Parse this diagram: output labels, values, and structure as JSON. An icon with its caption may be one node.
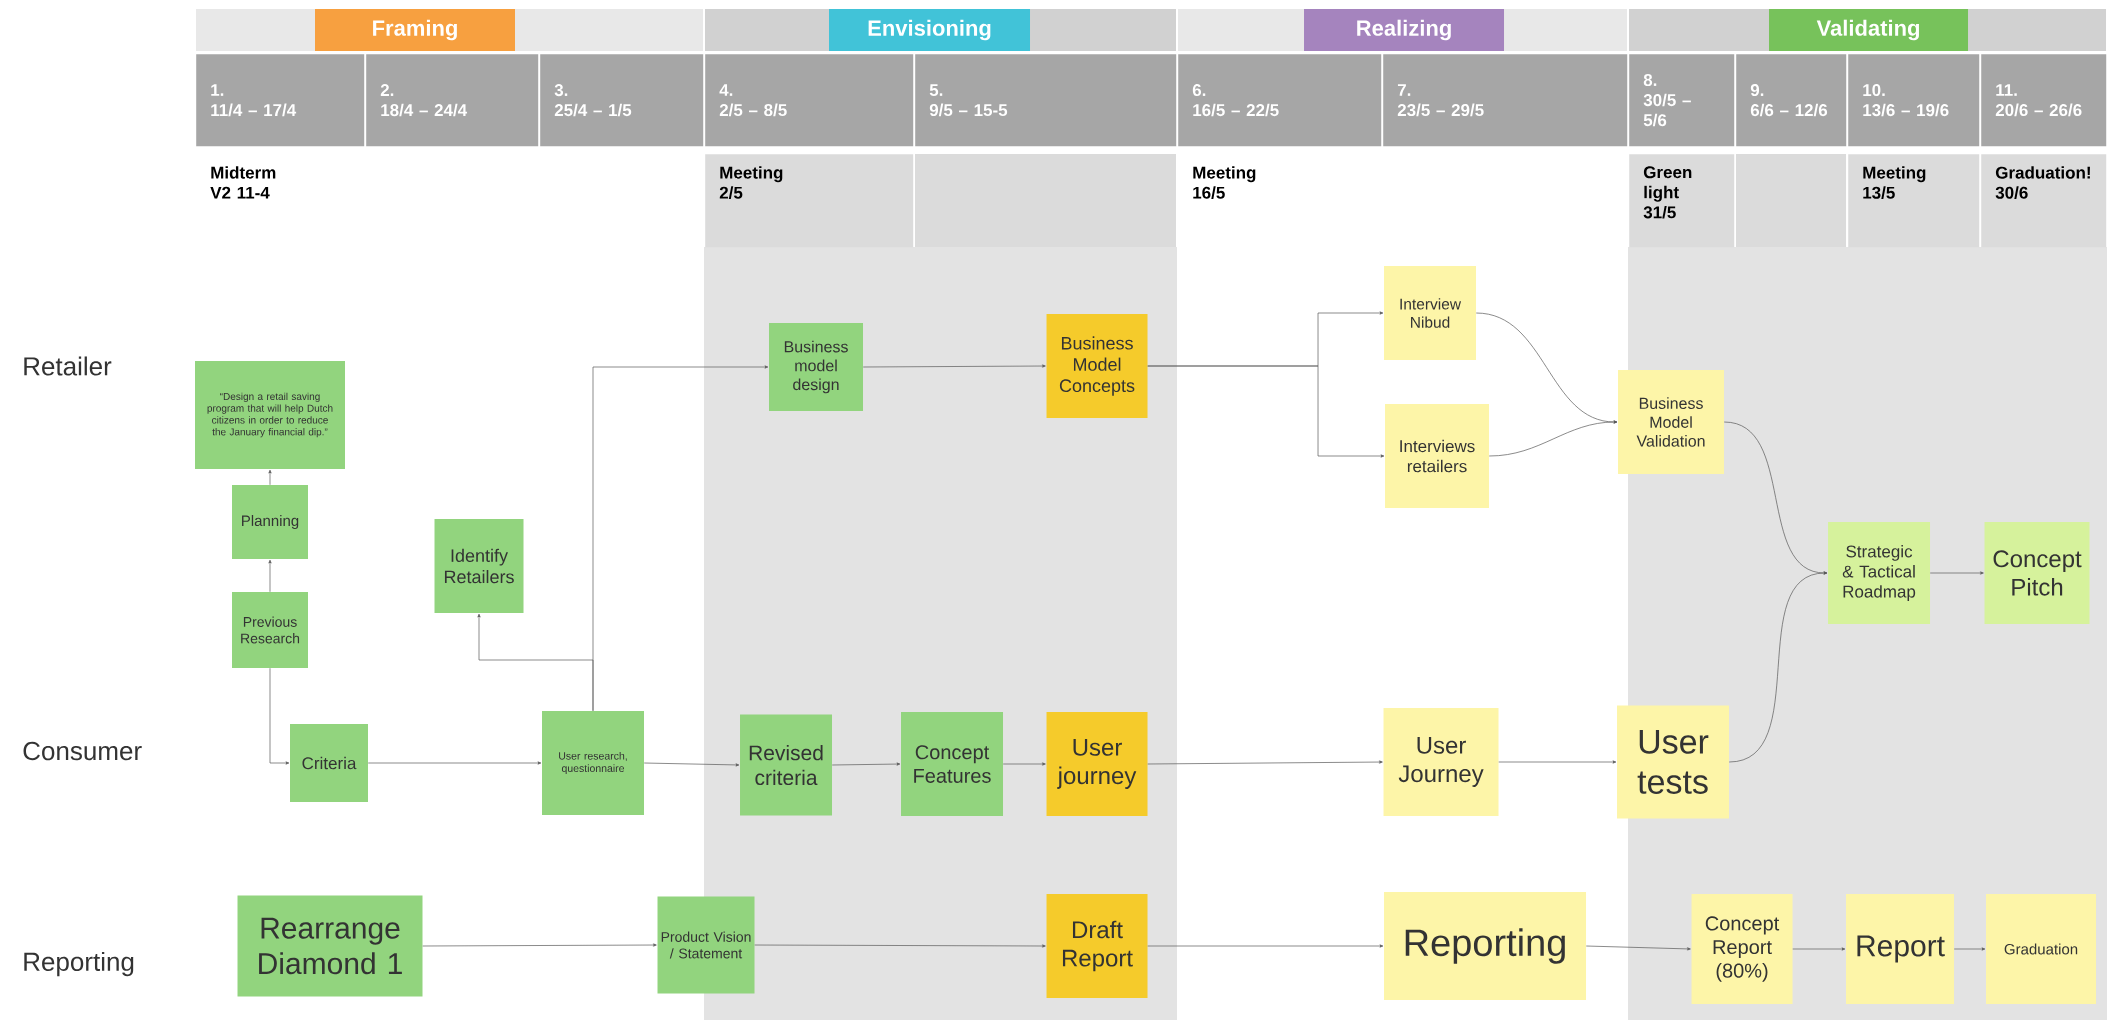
{
  "diagram": {
    "nodes": [
      {
        "text": [
          "Framing"
        ]
      },
      {
        "text": [
          "Envisioning"
        ]
      },
      {
        "text": [
          "Realizing"
        ]
      },
      {
        "text": [
          "Validating"
        ]
      },
      {
        "text": [
          "1.",
          "11/4 – 17/4"
        ]
      },
      {
        "text": [
          "2.",
          "18/4 – 24/4"
        ]
      },
      {
        "text": [
          "3.",
          "25/4 – 1/5"
        ]
      },
      {
        "text": [
          "4.",
          "2/5 – 8/5"
        ]
      },
      {
        "text": [
          "5.",
          "9/5 – 15-5"
        ]
      },
      {
        "text": [
          "6.",
          "16/5 – 22/5"
        ]
      },
      {
        "text": [
          "7.",
          "23/5 – 29/5"
        ]
      },
      {
        "text": [
          "8.",
          "30/5 – 5/6"
        ]
      },
      {
        "text": [
          "9.",
          "6/6 – 12/6"
        ]
      },
      {
        "text": [
          "10.",
          "13/6 – 19/6"
        ]
      },
      {
        "text": [
          "11.",
          "20/6 – 26/6"
        ]
      },
      {
        "text": [
          "“Design a retail saving program that will help Dutch citizens in order to reduce the January financial dip.”"
        ]
      },
      {
        "text": [
          "Planning"
        ]
      },
      {
        "text": [
          "Previous Research"
        ]
      },
      {
        "text": [
          "Identify Retailers"
        ]
      },
      {
        "text": [
          "Criteria"
        ]
      },
      {
        "text": [
          "User research, questionnaire"
        ]
      },
      {
        "text": [
          "Business model design"
        ]
      },
      {
        "text": [
          "Business Model Concepts"
        ]
      },
      {
        "text": [
          "Revised criteria"
        ]
      },
      {
        "text": [
          "Concept Features"
        ]
      },
      {
        "text": [
          "User journey"
        ]
      },
      {
        "text": [
          "Interview Nibud"
        ]
      },
      {
        "text": [
          "Interviews retailers"
        ]
      },
      {
        "text": [
          "Business Model Validation"
        ]
      },
      {
        "text": [
          "User Journey"
        ]
      },
      {
        "text": [
          "User tests"
        ]
      },
      {
        "text": [
          "Strategic & Tactical Roadmap"
        ]
      },
      {
        "text": [
          "Concept Pitch"
        ]
      },
      {
        "text": [
          "Rearrange Diamond 1"
        ]
      },
      {
        "text": [
          "Product Vision / Statement"
        ]
      },
      {
        "text": [
          "Draft Report"
        ]
      },
      {
        "text": [
          "Reporting"
        ]
      },
      {
        "text": [
          "Concept Report (80%)"
        ]
      },
      {
        "text": [
          "Report"
        ]
      },
      {
        "text": [
          "Graduation"
        ]
      }
    ],
    "edges": [
      {
        "from": 17,
        "to": 16,
        "arrow": "to"
      },
      {
        "from": 16,
        "to": 15,
        "arrow": "to"
      },
      {
        "from": 17,
        "to": 19,
        "arrow": "to"
      },
      {
        "from": 19,
        "to": 20,
        "arrow": "to"
      },
      {
        "from": 20,
        "to": 18,
        "arrow": "to"
      },
      {
        "from": 20,
        "to": 21,
        "arrow": "to"
      },
      {
        "from": 20,
        "to": 23,
        "arrow": "to"
      },
      {
        "from": 23,
        "to": 24,
        "arrow": "to"
      },
      {
        "from": 24,
        "to": 25,
        "arrow": "to"
      },
      {
        "from": 21,
        "to": 22,
        "arrow": "to"
      },
      {
        "from": 22,
        "to": 26,
        "arrow": "to"
      },
      {
        "from": 22,
        "to": 27,
        "arrow": "to"
      },
      {
        "from": 26,
        "to": 28,
        "arrow": "to"
      },
      {
        "from": 27,
        "to": 28,
        "arrow": "to"
      },
      {
        "from": 28,
        "to": 31,
        "arrow": "to"
      },
      {
        "from": 30,
        "to": 31,
        "arrow": "to"
      },
      {
        "from": 31,
        "to": 32,
        "arrow": "to"
      },
      {
        "from": 25,
        "to": 29,
        "arrow": "to"
      },
      {
        "from": 29,
        "to": 30,
        "arrow": "to"
      },
      {
        "from": 33,
        "to": 34,
        "arrow": "to"
      },
      {
        "from": 34,
        "to": 35,
        "arrow": "to"
      },
      {
        "from": 35,
        "to": 36,
        "arrow": "to"
      },
      {
        "from": 36,
        "to": 37,
        "arrow": "to"
      },
      {
        "from": 37,
        "to": 38,
        "arrow": "to"
      },
      {
        "from": 38,
        "to": 39,
        "arrow": "to"
      }
    ],
    "labels": [
      "Midterm V2 11-4",
      "Meeting 2/5",
      "Meeting 16/5",
      "Green light 31/5",
      "Meeting 13/5",
      "Graduation! 30/6",
      "Retailer",
      "Consumer",
      "Reporting"
    ]
  }
}
